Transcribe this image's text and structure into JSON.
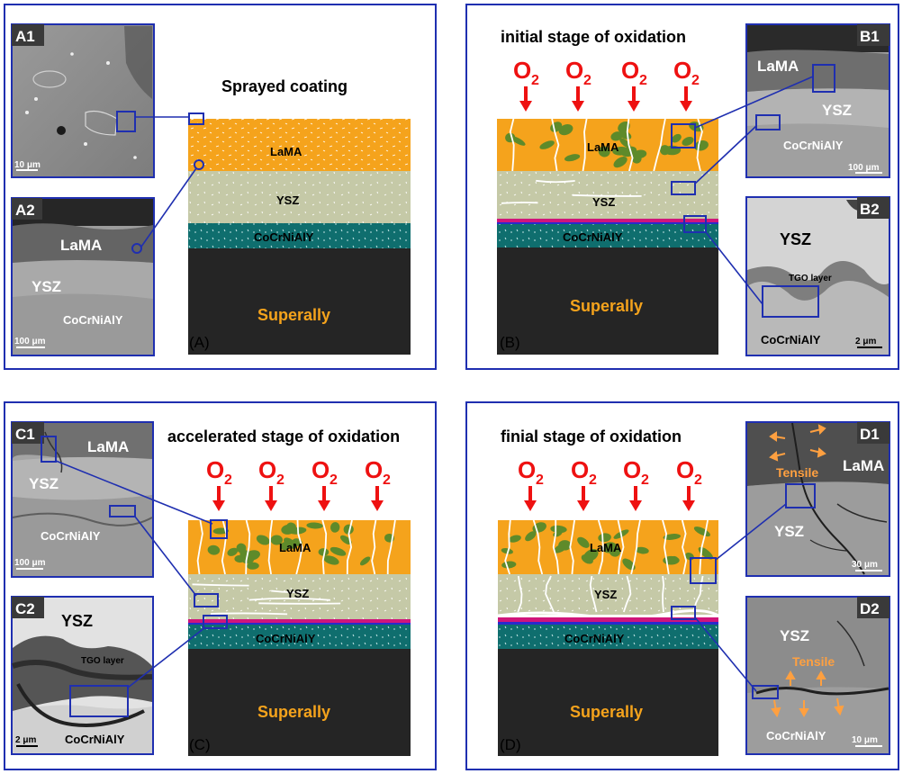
{
  "colors": {
    "frame": "#1f2fb0",
    "lama": "#f5a31c",
    "ysz": "#c5c9a7",
    "bondcoat": "#0f6e6e",
    "substrate": "#252525",
    "tgo": "#d0157a",
    "oxygen": "#ee1111",
    "substrate_label": "#f5a31c",
    "tensile": "#ffa040",
    "oxide_patch": "#5e8a2a"
  },
  "layers": {
    "lama": "LaMA",
    "ysz": "YSZ",
    "bondcoat": "CoCrNiAlY",
    "substrate": "Superally"
  },
  "oxygen": {
    "symbol": "O",
    "subscript": "2"
  },
  "panels": {
    "A": {
      "letter": "(A)",
      "heading": "Sprayed coating",
      "insets": [
        {
          "tag": "A1",
          "scale": "10 μm"
        },
        {
          "tag": "A2",
          "scale": "100 μm",
          "labels": [
            "LaMA",
            "YSZ",
            "CoCrNiAlY"
          ]
        }
      ]
    },
    "B": {
      "letter": "(B)",
      "heading": "initial stage of oxidation",
      "insets": [
        {
          "tag": "B1",
          "scale": "100 μm",
          "labels": [
            "LaMA",
            "YSZ",
            "CoCrNiAlY"
          ]
        },
        {
          "tag": "B2",
          "scale": "2 μm",
          "labels": [
            "YSZ",
            "TGO layer",
            "CoCrNiAlY"
          ]
        }
      ]
    },
    "C": {
      "letter": "(C)",
      "heading": "accelerated stage of oxidation",
      "insets": [
        {
          "tag": "C1",
          "scale": "100 μm",
          "labels": [
            "LaMA",
            "YSZ",
            "CoCrNiAlY"
          ]
        },
        {
          "tag": "C2",
          "scale": "2 μm",
          "labels": [
            "YSZ",
            "TGO layer",
            "CoCrNiAlY"
          ]
        }
      ]
    },
    "D": {
      "letter": "(D)",
      "heading": "finial stage of oxidation",
      "insets": [
        {
          "tag": "D1",
          "scale": "30 μm",
          "labels": [
            "Tensile",
            "LaMA",
            "YSZ"
          ]
        },
        {
          "tag": "D2",
          "scale": "10 μm",
          "labels": [
            "YSZ",
            "Tensile",
            "CoCrNiAlY"
          ]
        }
      ]
    }
  }
}
